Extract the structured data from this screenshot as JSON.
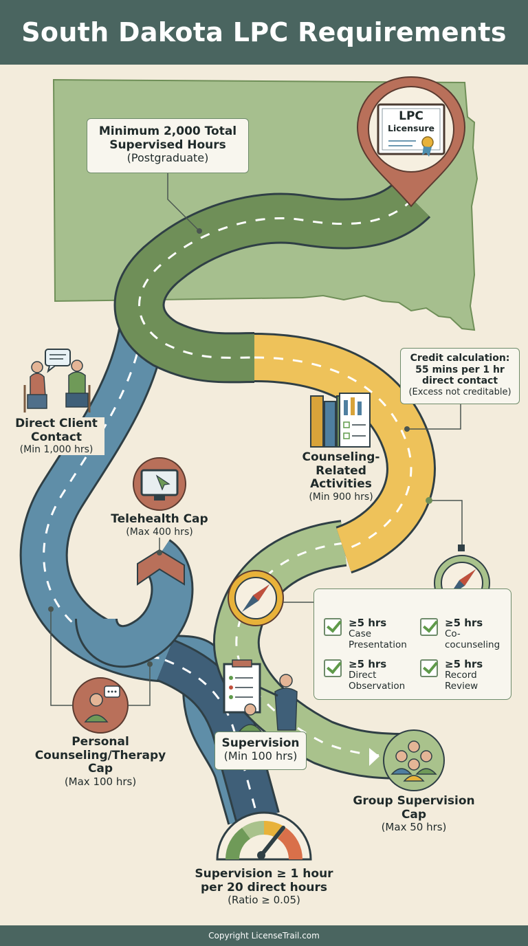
{
  "header": {
    "title": "South Dakota LPC Requirements"
  },
  "pin": {
    "line1": "LPC",
    "line2": "Licensure"
  },
  "total_hours": {
    "line1": "Minimum 2,000 Total",
    "line2": "Supervised Hours",
    "line3": "(Postgraduate)"
  },
  "direct_client": {
    "line1": "Direct Client",
    "line2": "Contact",
    "sub": "(Min 1,000 hrs)"
  },
  "telehealth": {
    "title": "Telehealth Cap",
    "sub": "(Max 400 hrs)"
  },
  "personal_counseling": {
    "line1": "Personal",
    "line2": "Counseling/Therapy",
    "line3": "Cap",
    "sub": "(Max 100 hrs)"
  },
  "credit": {
    "line1": "Credit calculation:",
    "line2": "55 mins per 1 hr",
    "line3": "direct contact",
    "line4": "(Excess not creditable)"
  },
  "counseling_related": {
    "line1": "Counseling-",
    "line2": "Related",
    "line3": "Activities",
    "sub": "(Min 900 hrs)"
  },
  "checklist": [
    {
      "hours": "≥5 hrs",
      "line1": "Case",
      "line2": "Presentation"
    },
    {
      "hours": "≥5 hrs",
      "line1": "Co-",
      "line2": "cocunseling"
    },
    {
      "hours": "≥5 hrs",
      "line1": "Direct",
      "line2": "Observation"
    },
    {
      "hours": "≥5 hrs",
      "line1": "Record",
      "line2": "Review"
    }
  ],
  "supervision": {
    "title": "Supervision",
    "sub": "(Min 100 hrs)"
  },
  "group_supervision": {
    "line1": "Group Supervision",
    "line2": "Cap",
    "sub": "(Max 50 hrs)"
  },
  "ratio": {
    "line1": "Supervision ≥ 1 hour",
    "line2": "per 20 direct hours",
    "sub": "(Ratio ≥ 0.05)"
  },
  "footer": {
    "text": "Copyright LicenseTrail.com"
  },
  "colors": {
    "header": "#4a6560",
    "background": "#f3ecdc",
    "map": "#a6bf8e",
    "road_green": "#6f8f58",
    "road_blue": "#5f8ea8",
    "road_yellow": "#eec25a",
    "road_light_green": "#a9c28c",
    "road_dark_blue": "#3f5f78",
    "accent_brown": "#b9705a"
  }
}
